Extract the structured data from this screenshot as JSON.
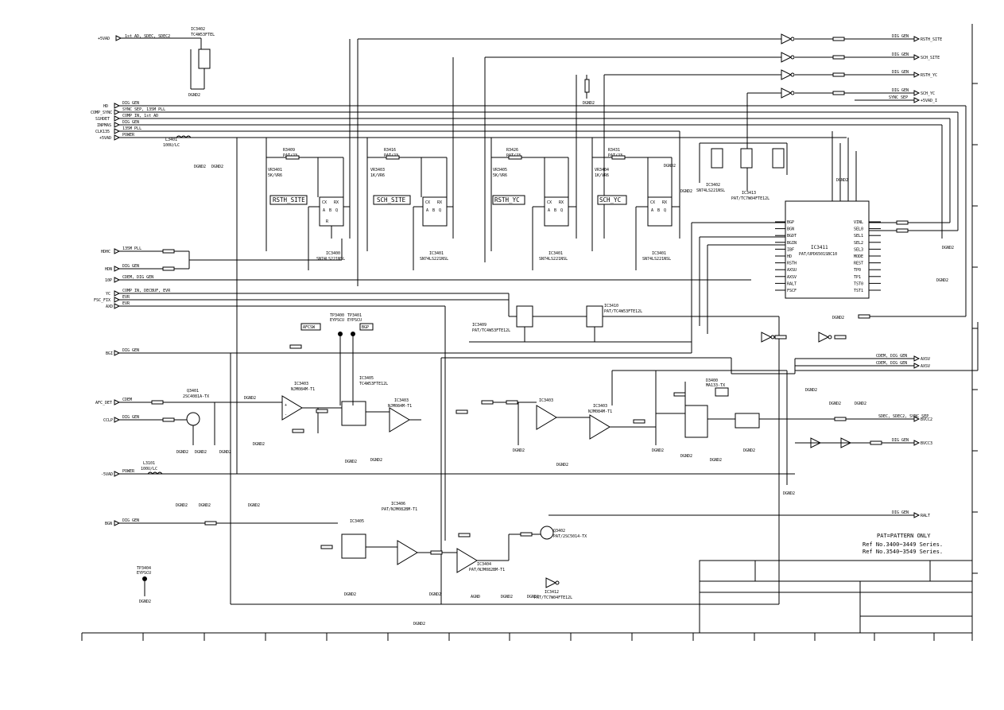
{
  "inputs": [
    {
      "name": "+5VAD",
      "net": "1st AD, SDEC, SDEC2"
    },
    {
      "name": "HD",
      "net": "DIG GEN"
    },
    {
      "name": "COMP_SYNC",
      "net": "SYNC SEP, 135M PLL"
    },
    {
      "name": "S1HDET",
      "net": "COMP IN, 1st AD"
    },
    {
      "name": "INPMAS",
      "net": "DIG GEN"
    },
    {
      "name": "CLK135",
      "net": "135M PLL"
    },
    {
      "name": "+5VAD",
      "net": "POWER"
    },
    {
      "name": "HDHC",
      "net": "135M PLL"
    },
    {
      "name": "HDN",
      "net": "DIG GEN"
    },
    {
      "name": "10P",
      "net": "CDEM, DIG GEN"
    },
    {
      "name": "YC",
      "net": "COMP IN, DECBUF, EVR"
    },
    {
      "name": "FSC_FIX",
      "net": "EVR"
    },
    {
      "name": "AXD",
      "net": "EVR"
    },
    {
      "name": "BGI",
      "net": "DIG GEN"
    },
    {
      "name": "AFC_DET",
      "net": "CDEM"
    },
    {
      "name": "CCLP",
      "net": "DIG GEN"
    },
    {
      "name": "-5VAD",
      "net": "POWER"
    },
    {
      "name": "BGN",
      "net": "DIG GEN"
    }
  ],
  "outputs": [
    {
      "name": "RSTH_SITE",
      "net": "DIG GEN"
    },
    {
      "name": "SCH_SITE",
      "net": "DIG GEN"
    },
    {
      "name": "RSTH_YC",
      "net": "DIG GEN"
    },
    {
      "name": "SCH_YC",
      "net": "DIG GEN"
    },
    {
      "name": "+5VAD_I",
      "net": "SYNC SEP"
    },
    {
      "name": "AXSV",
      "net": "CDEM, DIG GEN"
    },
    {
      "name": "AXSV",
      "net": "CDEM, DIG GEN"
    },
    {
      "name": "BVCC2",
      "net": "SDEC, SDEC2, SYNC SEP"
    },
    {
      "name": "BVCC3",
      "net": "DIG GEN"
    },
    {
      "name": "RALT",
      "net": "DIG GEN"
    }
  ],
  "chips": [
    {
      "ref": "IC3402",
      "part": "TC4W53FTEL"
    },
    {
      "ref": "IC3400",
      "part": "SN74LS221NSL"
    },
    {
      "ref": "IC3401",
      "part": "SN74LS221NSL"
    },
    {
      "ref": "IC3401",
      "part": "SN74LS221NSL"
    },
    {
      "ref": "IC3401",
      "part": "SN74LS221NSL"
    },
    {
      "ref": "IC3402",
      "part": "SN74LS221NSL"
    },
    {
      "ref": "IC3411",
      "part": "PAT/UPD6501SBC10"
    },
    {
      "ref": "IC3409",
      "part": "PAT/TC4W53FTE12L"
    },
    {
      "ref": "IC3410",
      "part": "PAT/TC4W53FTE12L"
    },
    {
      "ref": "IC3403",
      "part": "NJM084M-T1"
    },
    {
      "ref": "IC3405",
      "part": "TC4W53FTE12L"
    },
    {
      "ref": "IC3404",
      "part": "PAT/NJM082BM-T1"
    },
    {
      "ref": "IC3406",
      "part": "PAT/NJM082BM-T1"
    }
  ],
  "refs": {
    "u_pwr": "IC3402",
    "r_top1": "R3409",
    "r_top1_v": "PAT/J3",
    "r_top2": "R3416",
    "r_top2_v": "PAT/J3",
    "r_top3": "R3426",
    "r_top3_v": "PAT/J3",
    "r_top4": "R3431",
    "r_top4_v": "PAT/J3",
    "vr1": "VR3401",
    "vr1_v": "5K/VR6",
    "vr2": "VR3403",
    "vr2_v": "1K/VR6",
    "vr3": "VR3405",
    "vr3_v": "5K/VR6",
    "vr4": "VR3404",
    "vr4_v": "1K/VR6",
    "l1": "L3401",
    "l1_v": "100U/LC",
    "l2": "L3101",
    "l2_v": "100U/LC",
    "tp1": "TP3400",
    "tp2": "TP3401",
    "tp_v": "EYPSCU",
    "tp3": "TP3404",
    "q1": "Q3401",
    "q1_v": "2SC4081A-TX",
    "q2": "Q3402",
    "q2_v": "PAT/2SC5014-TX",
    "d1": "D3400",
    "d1_v": "MA133-TX",
    "ic_reg": "IC3413",
    "ic_reg_v": "PAT/TC7W04FTE12L",
    "ic_inv": "IC3412",
    "ic_inv_v": "PAT/TC7W04FTE12L"
  },
  "labels": {
    "tag_rsth_site": "RSTH_SITE",
    "tag_sch_site": "SCH_SITE",
    "tag_rsth_yc": "RSTH_YC",
    "tag_sch_yc": "SCH_YC",
    "tag_afcsw": "AFCSW",
    "tag_bgp": "BGP",
    "ground": "DGND2",
    "ground_a": "AGND",
    "ic3411_pins_left": [
      "BGP",
      "BGN",
      "BGDT",
      "BGIN",
      "IBF",
      "HD",
      "RSTH",
      "AXSU",
      "AXSV",
      "RALT",
      "FSCF"
    ],
    "ic3411_pins_right": [
      "VINL",
      "SEL0",
      "SEL1",
      "SEL2",
      "SEL3",
      "MODE",
      "REST",
      "TP0",
      "TP1",
      "TST0",
      "TST1"
    ]
  },
  "notes": {
    "line1": "PAT=PATTERN ONLY",
    "line2": "Ref No.3400~3449 Series.",
    "line3": "Ref No.3540~3549 Series."
  },
  "frame": {
    "columns": [
      "",
      "",
      "",
      "",
      "",
      "",
      "",
      "",
      "",
      "",
      "",
      "",
      "",
      "",
      "",
      ""
    ],
    "rows": [
      "",
      "",
      "",
      "",
      "",
      "",
      "",
      "",
      "",
      ""
    ]
  }
}
